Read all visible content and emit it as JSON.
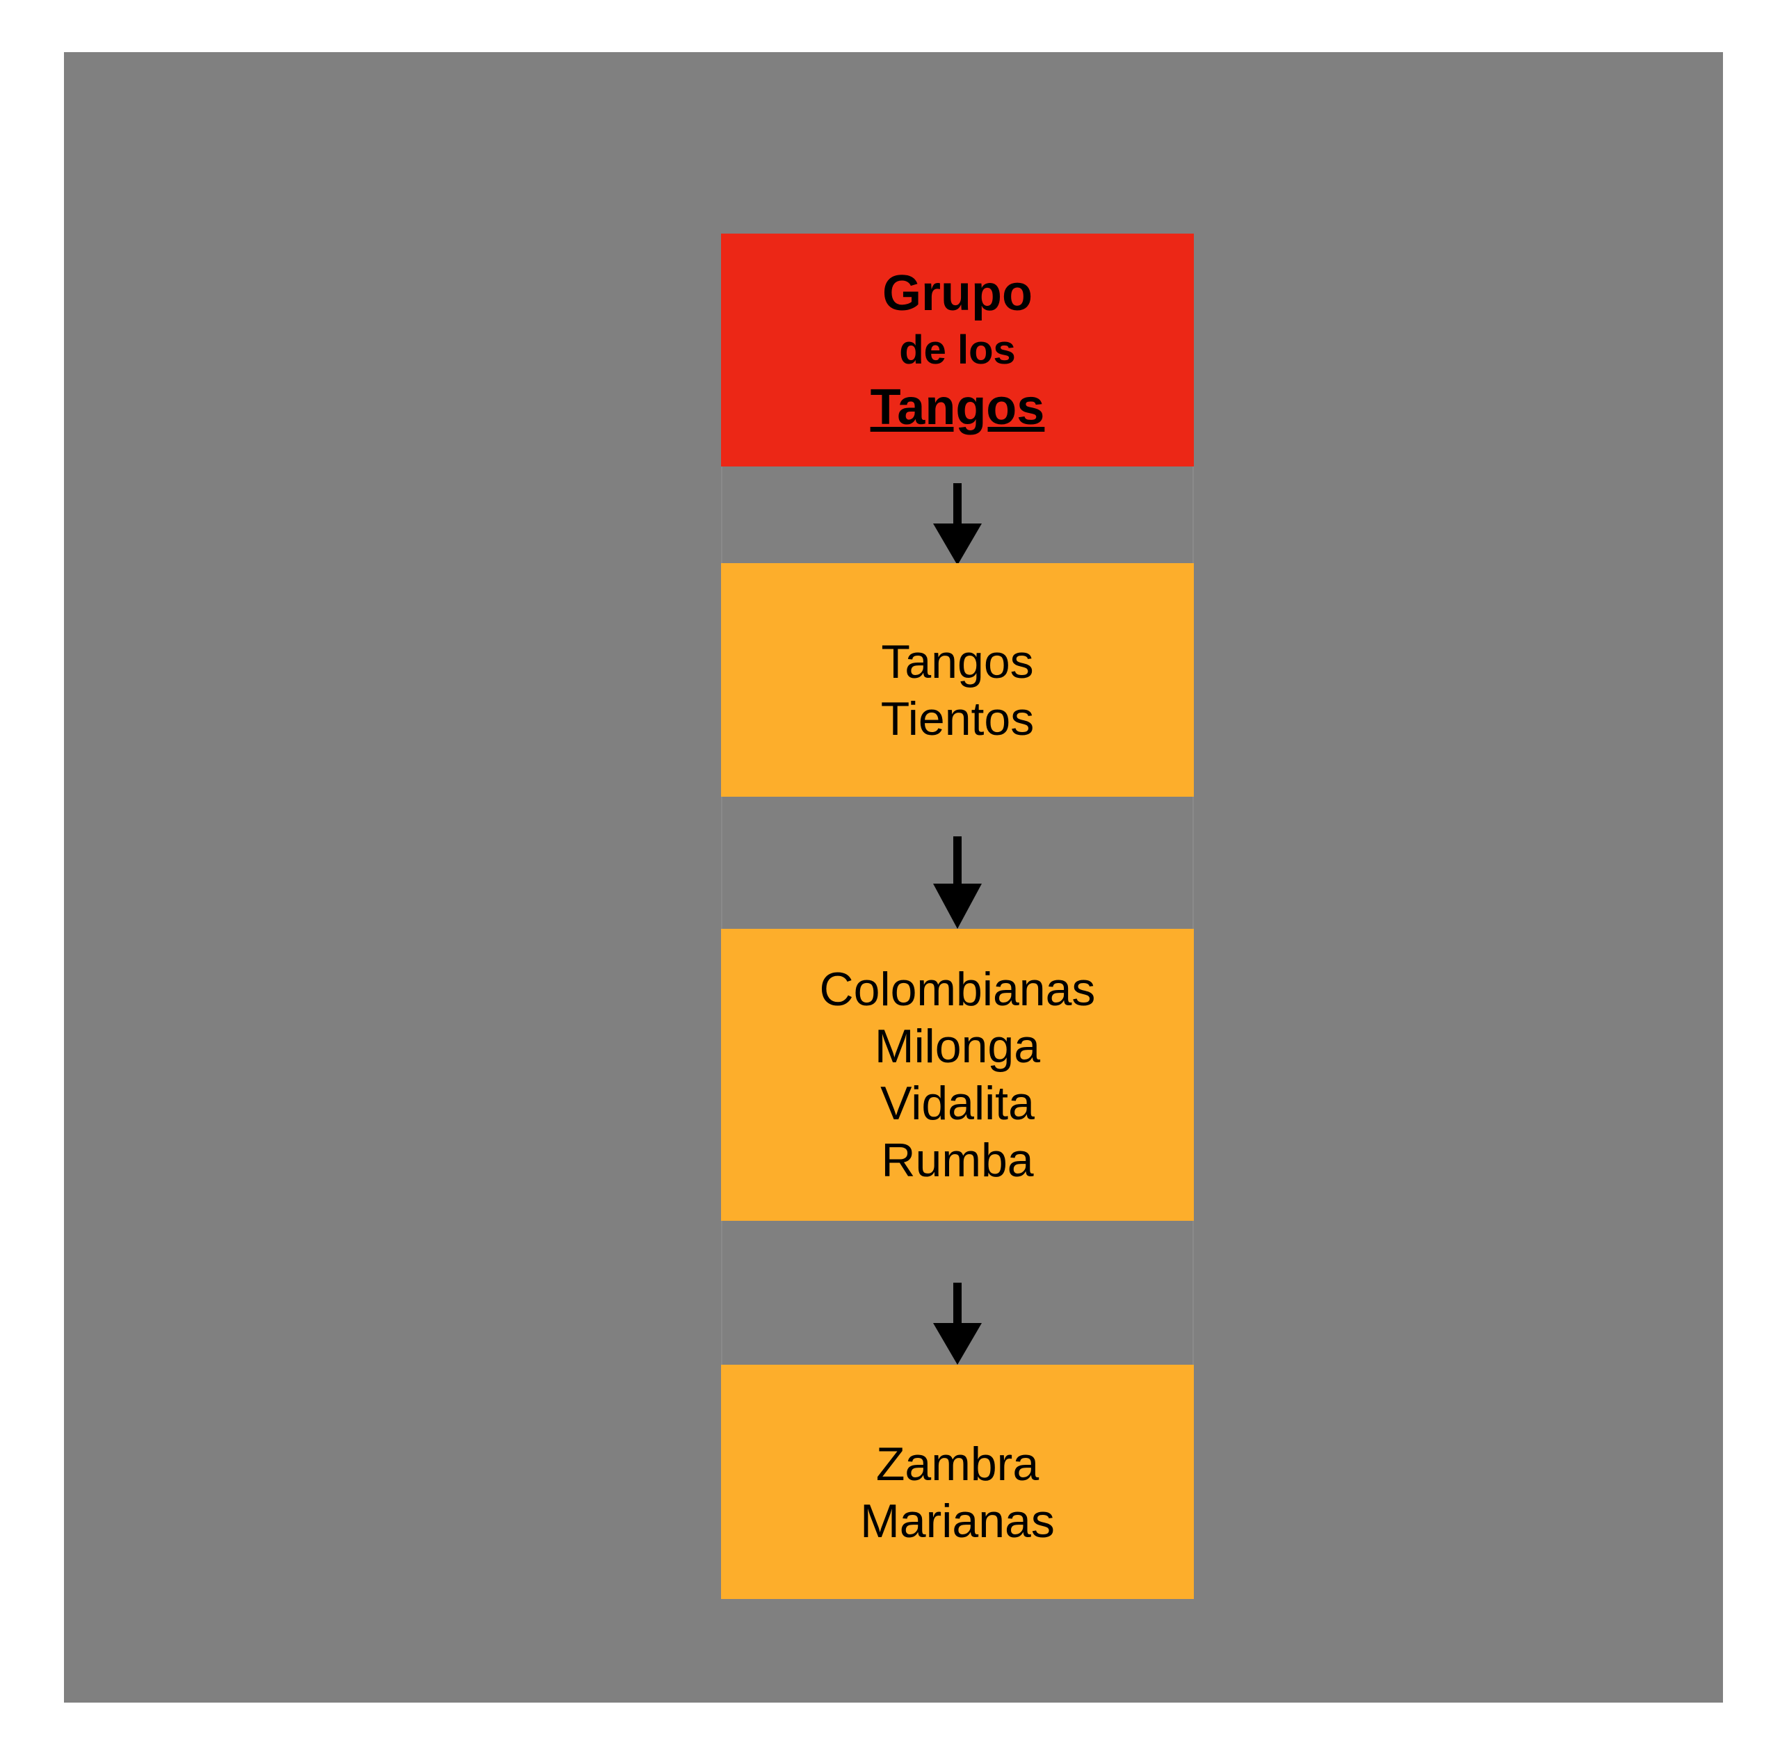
{
  "diagram": {
    "title": {
      "line1": "Grupo",
      "line2": "de los",
      "line3": "Tangos"
    },
    "levels": [
      {
        "items": [
          "Tangos",
          "Tientos"
        ]
      },
      {
        "items": [
          "Colombianas",
          "Milonga",
          "Vidalita",
          "Rumba"
        ]
      },
      {
        "items": [
          "Zambra",
          "Marianas"
        ]
      }
    ],
    "colors": {
      "background": "#808080",
      "title_box": "#ec2716",
      "level_box": "#fdae2b",
      "arrow": "#000000"
    }
  }
}
